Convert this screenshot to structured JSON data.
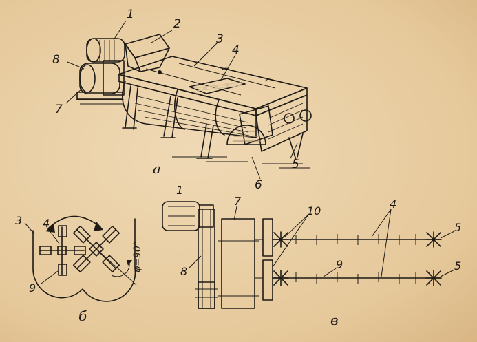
{
  "labels": {
    "l1": "1",
    "l2": "2",
    "l3": "3",
    "l4": "4",
    "l5": "5",
    "l6": "6",
    "l7": "7",
    "l8": "8",
    "b3": "3",
    "b4": "4",
    "b9": "9",
    "angle": "φ=90°",
    "c1": "1",
    "c7": "7",
    "c8": "8",
    "c10": "10",
    "c4": "4",
    "c9": "9",
    "c5a": "5",
    "c5b": "5"
  },
  "captions": {
    "a": "а",
    "b": "б",
    "v": "в"
  },
  "colors": {
    "paper": "#e8cfa6",
    "ink": "#1e1a16"
  }
}
